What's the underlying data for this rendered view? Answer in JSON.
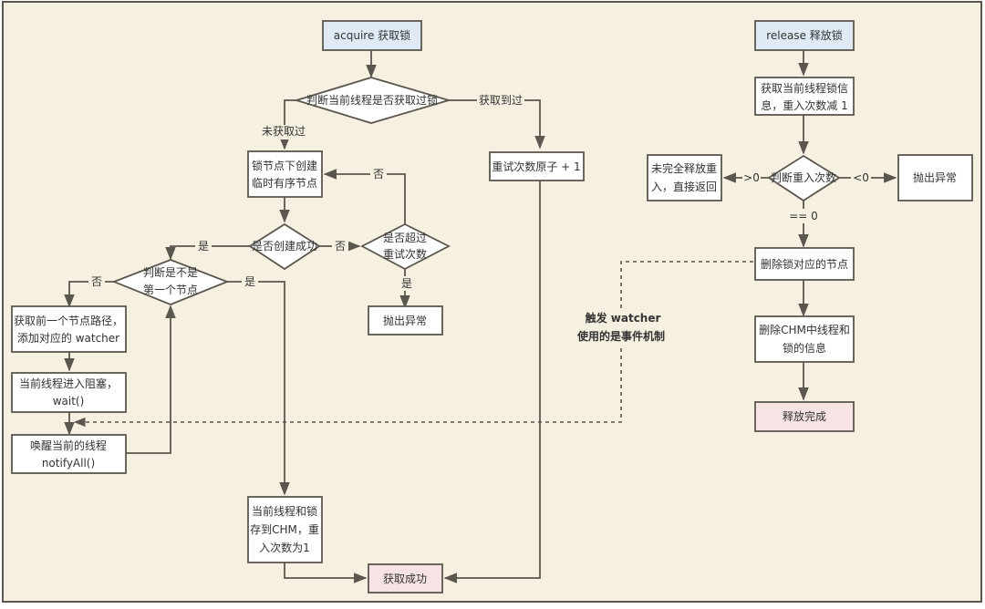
{
  "colors": {
    "canvas_bg": "#f6f0e0",
    "frame": "#5b574e",
    "start_fill": "#dfeaf5",
    "end_fill": "#f7e3e3",
    "node_fill": "#ffffff"
  },
  "acquire": {
    "start": "acquire 获取锁",
    "check_acquired": "判断当前线程是否获取过锁",
    "label_not_acquired": "未获取过",
    "label_acquired": "获取到过",
    "retry_increment": "重试次数原子 + 1",
    "create_node": [
      "锁节点下创建",
      "临时有序节点"
    ],
    "check_created": "是否创建成功",
    "label_created_yes": "是",
    "label_created_no": "否",
    "check_retry": [
      "是否超过",
      "重试次数"
    ],
    "label_retry_no": "否",
    "label_retry_yes": "是",
    "throw_exception": "抛出异常",
    "check_first": [
      "判断是不是",
      "第一个节点"
    ],
    "label_first_no": "否",
    "label_first_yes": "是",
    "watch_prev": [
      "获取前一个节点路径，",
      "添加对应的 watcher"
    ],
    "block": [
      "当前线程进入阻塞，",
      "wait()"
    ],
    "wake": [
      "唤醒当前的线程",
      "notifyAll()"
    ],
    "store_chm": [
      "当前线程和锁",
      "存到CHM，重",
      "入次数为1"
    ],
    "success": "获取成功"
  },
  "release": {
    "start": "release 释放锁",
    "get_info": [
      "获取当前线程锁信",
      "息，重入次数减 1"
    ],
    "check_count": "判断重入次数",
    "label_gt0": ">0",
    "label_lt0": "<0",
    "label_eq0": "== 0",
    "not_fully_released": [
      "未完全释放重",
      "入，直接返回"
    ],
    "throw_exception": "抛出异常",
    "delete_node": "删除锁对应的节点",
    "delete_chm": [
      "删除CHM中线程和",
      "锁的信息"
    ],
    "done": "释放完成"
  },
  "watcher_note": [
    "触发 watcher",
    "使用的是事件机制"
  ]
}
